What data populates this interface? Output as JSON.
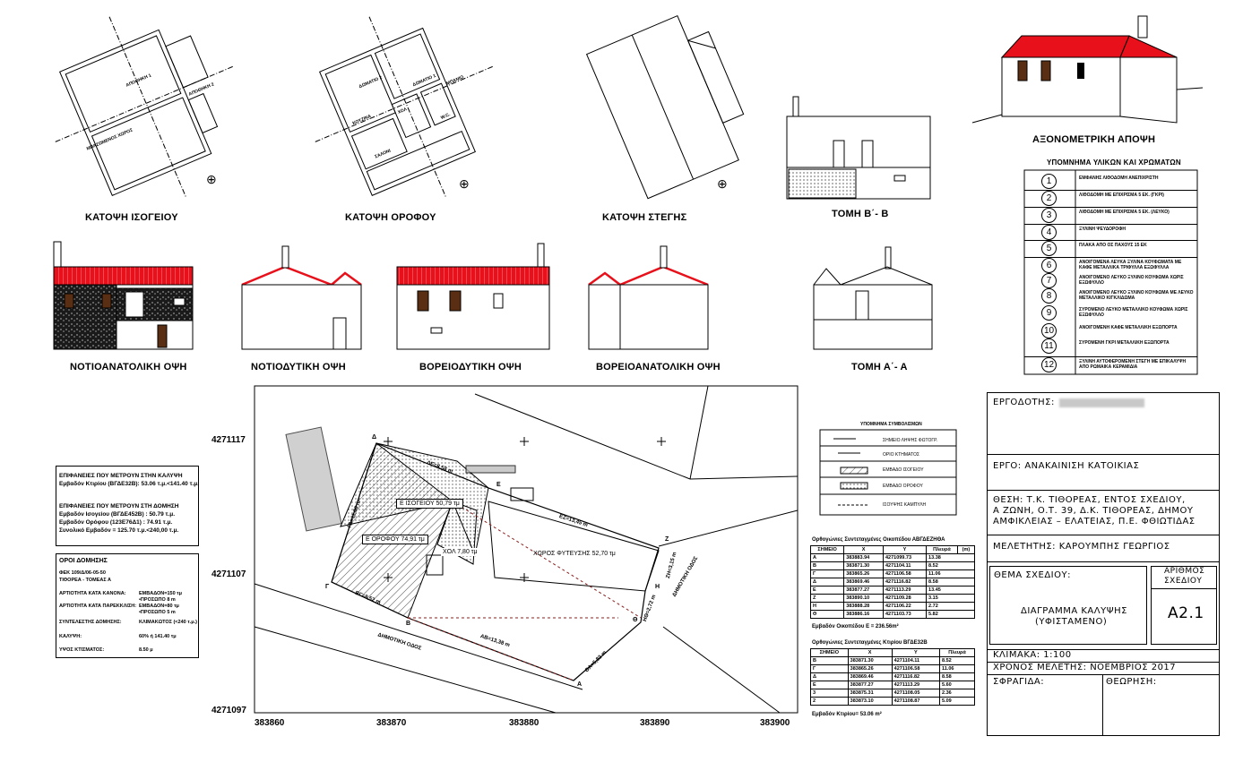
{
  "captions": {
    "ground_plan": "ΚΑΤΟΨΗ ΙΣΟΓΕΙΟΥ",
    "first_floor_plan": "ΚΑΤΟΨΗ ΟΡΟΦΟΥ",
    "roof_plan": "ΚΑΤΟΨΗ ΣΤΕΓΗΣ",
    "section_bb": "ΤΟΜΗ Β΄- Β",
    "axonometric": "ΑΞΟΝΟΜΕΤΡΙΚΗ ΑΠΟΨΗ",
    "se_elevation": "ΝΟΤΙΟΑΝΑΤΟΛΙΚΗ ΟΨΗ",
    "sw_elevation": "ΝΟΤΙΟΔΥΤΙΚΗ ΟΨΗ",
    "nw_elevation": "ΒΟΡΕΙΟΔΥΤΙΚΗ ΟΨΗ",
    "ne_elevation": "ΒΟΡΕΙΟΑΝΑΤΟΛΙΚΗ ΟΨΗ",
    "section_aa": "ΤΟΜΗ Α΄- Α"
  },
  "plan_labels": {
    "apothiki1": "ΑΠΟΘΗΚΗ 1",
    "apothiki2": "ΑΠΟΘΗΚΗ 2",
    "closed_area": "ΜΠΑΖΩΜΕΝΟΣ ΧΩΡΟΣ",
    "domatio2": "ΔΩΜΑΤΙΟ 2",
    "domatio1": "ΔΩΜΑΤΙΟ 1",
    "bathroom": "ΜΠΑΝΙΟ",
    "kitchen": "ΚΟΥΖΙΝΑ",
    "hall": "ΧΟΛ",
    "wc": "W.C.",
    "living": "ΣΑΛΟΝΙ"
  },
  "materials_legend": {
    "title": "ΥΠΟΜΝΗΜΑ ΥΛΙΚΩΝ ΚΑΙ ΧΡΩΜΑΤΩΝ",
    "items": [
      {
        "n": "1",
        "text": "ΕΜΦΑΝΗΣ ΛΙΘΟΔΟΜΗ ΑΝΕΠΙΧΡΙΣΤΗ"
      },
      {
        "n": "2",
        "text": "ΛΙΘΟΔΟΜΗ ΜΕ ΕΠΙΧΡΙΣΜΑ 5 ΕΚ. (ΓΚΡΙ)"
      },
      {
        "n": "3",
        "text": "ΛΙΘΟΔΟΜΗ ΜΕ ΕΠΙΧΡΙΣΜΑ 5 ΕΚ. (ΛΕΥΚΟ)"
      },
      {
        "n": "4",
        "text": "ΞΥΛΙΝΗ ΨΕΥΔΟΡΟΦΗ"
      },
      {
        "n": "5",
        "text": "ΠΛΑΚΑ ΑΠΟ ΟΣ ΠΑΧΟΥΣ 15 ΕΚ"
      },
      {
        "n": "6",
        "text": "ΑΝΟΙΓΟΜΕΝΑ ΛΕΥΚΑ ΞΥΛΙΝΑ ΚΟΥΦΩΜΑΤΑ ΜΕ ΚΑΦΕ ΜΕΤΑΛΛΙΚΑ ΤΡΙΦΥΛΛΑ ΕΞΩΦΥΛΛΑ"
      },
      {
        "n": "7",
        "text": "ΑΝΟΙΓΟΜΕΝΟ ΛΕΥΚΟ ΞΥΛΙΝΟ ΚΟΥΦΩΜΑ ΧΩΡΙΣ ΕΞΩΦΥΛΛΟ"
      },
      {
        "n": "8",
        "text": "ΑΝΟΙΓΟΜΕΝΟ ΛΕΥΚΟ ΞΥΛΙΝΟ ΚΟΥΦΩΜΑ ΜΕ ΛΕΥΚΟ ΜΕΤΑΛΛΙΚΟ ΚΙΓΚΛΙΔΩΜΑ"
      },
      {
        "n": "9",
        "text": "ΣΥΡΟΜΕΝΟ ΛΕΥΚΟ ΜΕΤΑΛΛΙΚΟ ΚΟΥΦΩΜΑ ΧΩΡΙΣ ΕΞΩΦΥΛΛΟ"
      },
      {
        "n": "10",
        "text": "ΑΝΟΙΓΟΜΕΝΗ ΚΑΦΕ ΜΕΤΑΛΛΙΚΗ ΕΞΩΠΟΡΤΑ"
      },
      {
        "n": "11",
        "text": "ΣΥΡΟΜΕΝΗ ΓΚΡΙ ΜΕΤΑΛΛΙΚΗ ΕΞΩΠΟΡΤΑ"
      },
      {
        "n": "12",
        "text": "ΞΥΛΙΝΗ ΑΥΤΟΦΕΡΟΜΕΝΗ ΣΤΕΓΗ ΜΕ ΕΠΙΚΑΛΥΨΗ ΑΠΟ ΡΩΜΑΙΚΑ ΚΕΡΑΜΙΔΙΑ"
      }
    ]
  },
  "coverage_plan": {
    "y_labels": [
      "4271117",
      "4271107",
      "4271097"
    ],
    "x_labels": [
      "383860",
      "383870",
      "383880",
      "383890",
      "383900"
    ],
    "ground_area_label": "Ε ΙΣΟΓΕΙΟΥ 50,79 τμ",
    "floor_area_label": "Ε ΟΡΟΦΟΥ 74,91 τμ",
    "hall_label": "ΧΟΛ 7,80 τμ",
    "planting_label": "ΧΩΡΟΣ ΦΥΤΕΥΣΗΣ 52,70 τμ",
    "street_label_1": "ΔΗΜΟΤΙΚΗ ΟΔΟΣ",
    "street_label_2": "ΔΗΜΟΤΙΚΗ ΟΔΟΣ",
    "edges": {
      "de": "ΔΕ=8,58 m",
      "ez": "ΕΖ=13,45 m",
      "zh": "ΖΗ=3,15 m",
      "hth": "ΗΘ=2,72 m",
      "ab": "ΑΒ=13,38 m",
      "bg": "ΒΓ=8,52 m",
      "gd": "ΓΔ=11,06 m",
      "tha": "ΘΑ=5,82 m"
    },
    "points": [
      "Α",
      "Β",
      "Γ",
      "Δ",
      "Ε",
      "Ζ",
      "Η",
      "Θ"
    ]
  },
  "symbols_legend": {
    "title": "ΥΠΟΜΝΗΜΑ ΣΥΜΒΟΛΙΣΜΩΝ",
    "items": [
      "ΣΗΜΕΙΟ ΛΗΨΗΣ ΦΩΤΟΓΡ.",
      "ΟΡΙΟ ΚΤΗΜΑΤΟΣ",
      "ΕΜΒΑΔΟ ΙΣΟΓΕΙΟΥ",
      "ΕΜΒΑΔΟ ΟΡΟΦΟΥ",
      "ΙΣΟΥΨΗΣ ΚΑΜΠΥΛΗ"
    ]
  },
  "coords_table_1": {
    "title": "Ορθογώνιες Συντεταγμένες Οικοπέδου   ΑΒΓΔΕΖΗΘΑ",
    "headers": [
      "ΣΗΜΕΙΟ",
      "X",
      "Y",
      "Πλευρά",
      "(m)"
    ],
    "rows": [
      [
        "Α",
        "383883.94",
        "4271099.73",
        "13.38"
      ],
      [
        "Β",
        "383871.30",
        "4271104.11",
        "8.52"
      ],
      [
        "Γ",
        "383865.26",
        "4271106.58",
        "11.06"
      ],
      [
        "Δ",
        "383869.46",
        "4271116.82",
        "8.58"
      ],
      [
        "Ε",
        "383877.27",
        "4271113.29",
        "13.45"
      ],
      [
        "Ζ",
        "383890.10",
        "4271109.28",
        "3.15"
      ],
      [
        "Η",
        "383888.28",
        "4271106.22",
        "2.72"
      ],
      [
        "Θ",
        "383886.16",
        "4271103.73",
        "5.82"
      ]
    ],
    "footer": "Εμβαδόν Οικοπέδου Ε = 236.56m²"
  },
  "coords_table_2": {
    "title": "Ορθογώνιες Συντεταγμένες Κτιρίου      ΒΓΔΕ32Β",
    "headers": [
      "ΣΗΜΕΙΟ",
      "X",
      "Y",
      "Πλευρά"
    ],
    "rows": [
      [
        "Β",
        "383871.30",
        "4271104.11",
        "8.52"
      ],
      [
        "Γ",
        "383865.26",
        "4271106.58",
        "11.06"
      ],
      [
        "Δ",
        "383869.46",
        "4271116.82",
        "8.58"
      ],
      [
        "Ε",
        "383877.27",
        "4271113.29",
        "5.60"
      ],
      [
        "3",
        "383875.31",
        "4271108.05",
        "2.36"
      ],
      [
        "2",
        "383873.10",
        "4271108.87",
        "5.09"
      ]
    ],
    "footer": "Εμβαδόν Κτιρίου=       53.06 m²"
  },
  "areas_box": {
    "line1": "ΕΠΙΦΑΝΕΙΕΣ ΠΟΥ ΜΕΤΡΟΥΝ ΣΤΗΝ ΚΑΛΥΨΗ",
    "line2": "Εμβαδόν Κτιρίου (ΒΓΔΕ32Β): 53.06 τ.μ.<141.40 τ.μ.",
    "line3": "ΕΠΙΦΑΝΕΙΕΣ ΠΟΥ ΜΕΤΡΟΥΝ ΣΤΗ ΔΟΜΗΣΗ",
    "line4": "Εμβαδόν Ισογείου (ΒΓΔΕ452Β) : 50.79 τ.μ.",
    "line5": "Εμβαδόν Ορόφου (123Ε76Δ1) : 74.91 τ.μ.",
    "line6": "Συνολικό Εμβαδόν = 125.70 τ.μ.<240,00 τ.μ."
  },
  "building_terms": {
    "title": "ΟΡΟΙ ΔΟΜΗΣΗΣ",
    "line1": "ΦΕΚ 109/Δ/06-05-50",
    "line2": "ΤΙΘΟΡΕΑ - ΤΟΜΕΑΣ Α",
    "rows": [
      {
        "k": "ΑΡΤΙΟΤΗΤΑ ΚΑΤΑ ΚΑΝΟΝΑ:",
        "v1": "ΕΜΒΑΔΟΝ=150 τμ",
        "v2": "•ΠΡΟΣΩΠΟ 8 m"
      },
      {
        "k": "ΑΡΤΙΟΤΗΤΑ ΚΑΤΑ ΠΑΡΕΚΚΛΙΣΗ:",
        "v1": "ΕΜΒΑΔΟΝ=80 τμ",
        "v2": "•ΠΡΟΣΩΠΟ 5 m"
      },
      {
        "k": "ΣΥΝΤΕΛΕΣΤΗΣ ΔΟΜΗΣΗΣ:",
        "v1": "ΚΛΙΜΑΚΩΤΟΣ (<240 τ.μ.)",
        "v2": ""
      },
      {
        "k": "ΚΑΛΥΨΗ:",
        "v1": "60% ή 141.40 τμ",
        "v2": ""
      },
      {
        "k": "ΥΨΟΣ ΚΤΙΣΜΑΤΟΣ:",
        "v1": "8.50 μ",
        "v2": ""
      }
    ]
  },
  "title_block": {
    "client_label": "ΕΡΓΟΔΟΤΗΣ:",
    "project": "ΕΡΓΟ:  ΑΝΑΚΑΙΝΙΣΗ ΚΑΤΟΙΚΙΑΣ",
    "location_1": "ΘΕΣΗ: Τ.Κ. ΤΙΘΟΡΕΑΣ, ΕΝΤΟΣ ΣΧΕΔΙΟΥ,",
    "location_2": "Α ΖΩΝΗ, Ο.Τ. 39, Δ.Κ. ΤΙΘΟΡΕΑΣ, ΔΗΜΟΥ",
    "location_3": "ΑΜΦΙΚΛΕΙΑΣ – ΕΛΑΤΕΙΑΣ, Π.Ε. ΦΘΙΩΤΙΔΑΣ",
    "designer": "ΜΕΛΕΤΗΤΗΣ:   ΚΑΡΟΥΜΠΗΣ ΓΕΩΡΓΙΟΣ",
    "theme_label": "ΘΕΜΑ ΣΧΕΔΙΟΥ:",
    "theme_1": "ΔΙΑΓΡΑΜΜΑ ΚΑΛΥΨΗΣ",
    "theme_2": "(ΥΦΙΣΤΑΜΕΝΟ)",
    "number_label_1": "ΑΡΙΘΜΟΣ",
    "number_label_2": "ΣΧΕΔΙΟΥ",
    "number": "Α2.1",
    "scale": "ΚΛΙΜΑΚΑ:   1:100",
    "year": "ΧΡΟΝΟΣ ΜΕΛΕΤΗΣ:  ΝΟΕΜΒΡΙΟΣ 2017",
    "stamp": "ΣΦΡΑΓΙΔΑ:",
    "approval": "ΘΕΩΡΗΣΗ:"
  },
  "colors": {
    "roof_red": "#e8101a",
    "dark_brown": "#5a2e12",
    "line": "#000000"
  }
}
